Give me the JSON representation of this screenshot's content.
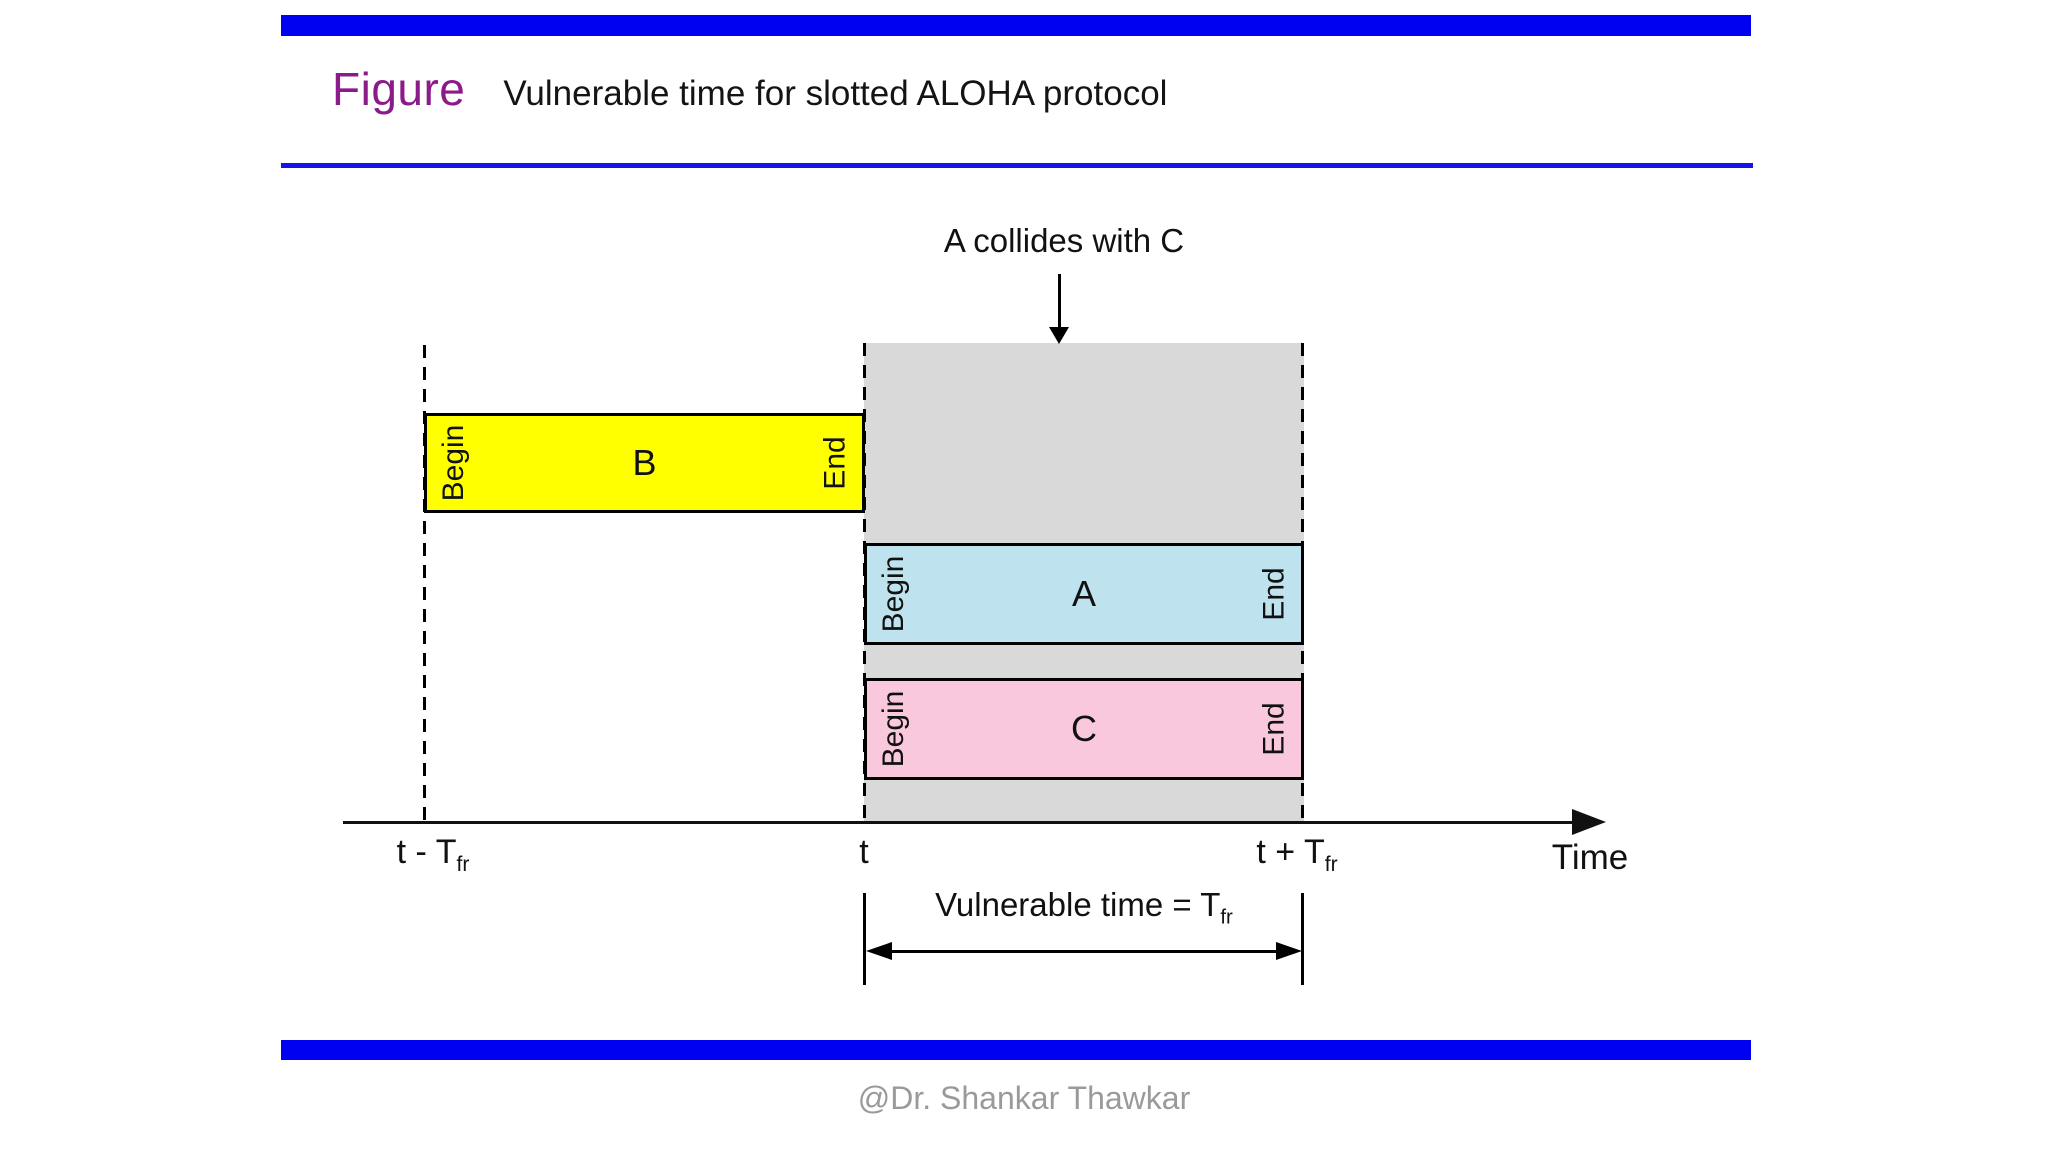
{
  "header": {
    "figure_label": "Figure",
    "title": "Vulnerable time for slotted ALOHA protocol"
  },
  "diagram": {
    "collision_note": "A collides with C",
    "frames": {
      "b": {
        "label": "B",
        "begin": "Begin",
        "end": "End",
        "color": "#ffff00"
      },
      "a": {
        "label": "A",
        "begin": "Begin",
        "end": "End",
        "color": "#bee3ee"
      },
      "c": {
        "label": "C",
        "begin": "Begin",
        "end": "End",
        "color": "#f9c8dd"
      }
    },
    "axis": {
      "tick_t_minus": "t - T",
      "tick_t_minus_sub": "fr",
      "tick_t": "t",
      "tick_t_plus": "t + T",
      "tick_t_plus_sub": "fr",
      "label": "Time"
    },
    "vulnerable": {
      "text": "Vulnerable time = T",
      "sub": "fr"
    },
    "colors": {
      "accent_blue": "#0101f2",
      "vulnerable_region_gray": "#d9d9d9",
      "figure_label_purple": "#8b1a8b",
      "watermark_gray": "#9a9a9a"
    }
  },
  "footer": {
    "watermark": "@Dr. Shankar Thawkar"
  }
}
